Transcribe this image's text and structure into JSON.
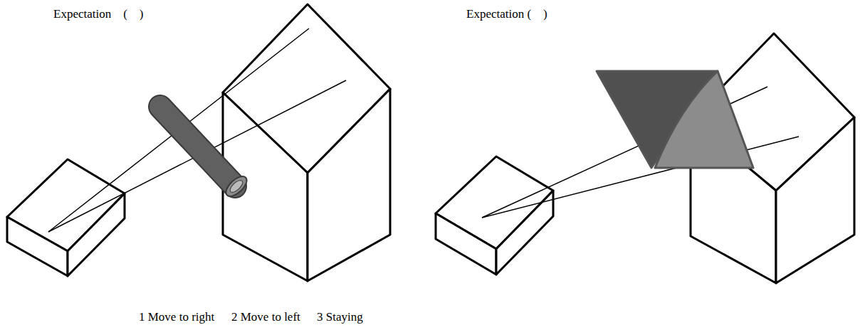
{
  "diagram": {
    "labels": [
      "Expectation　(　)",
      "Expectation (　)",
      "1 Move to right",
      "2 Move to left",
      "3 Staying"
    ]
  }
}
